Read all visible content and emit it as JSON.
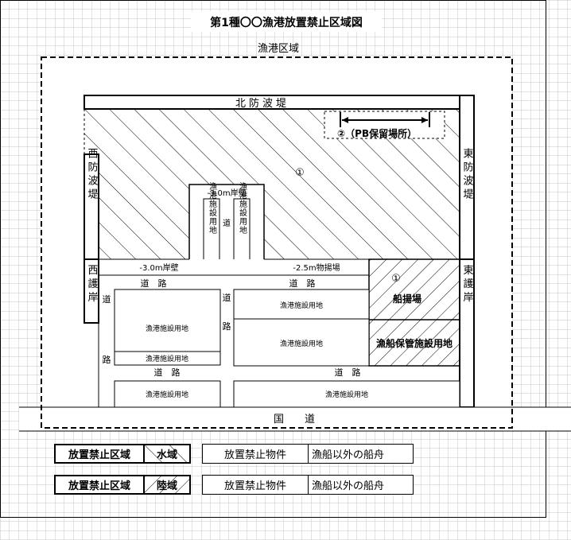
{
  "title": "第1種〇〇漁港放置禁止区域図",
  "fishing_port_area": "漁港区域",
  "breakwaters": {
    "north": "北防波堤",
    "west": "西防波堤",
    "east": "東防波堤"
  },
  "revetments": {
    "west": "西護岸",
    "east": "東護岸"
  },
  "zone_markers": {
    "water_zone": "①",
    "pb_reserve": "②（PB保留場所）",
    "land_zone": "①"
  },
  "quays": {
    "center_top": "-3.0m岸壁",
    "left": "-3.0m岸壁",
    "unloading": "-2.5m物揚場"
  },
  "roads": {
    "road": "道　路",
    "road_vertical_1": "道",
    "road_vertical_2": "路",
    "national_road": "国　　道"
  },
  "facility_land": "漁港施設用地",
  "facility_land_vertical": "漁港施設用地",
  "boat_yard": "船揚場",
  "boat_storage": "漁船保管施設用地",
  "legend": [
    {
      "zone_label": "放置禁止区域",
      "zone_type": "水域",
      "object_label": "放置禁止物件",
      "object_value": "漁船以外の船舟"
    },
    {
      "zone_label": "放置禁止区域",
      "zone_type": "陸域",
      "object_label": "放置禁止物件",
      "object_value": "漁船以外の船舟"
    }
  ],
  "colors": {
    "line": "#000000",
    "grid": "#bcbcbc",
    "background": "#ffffff"
  }
}
